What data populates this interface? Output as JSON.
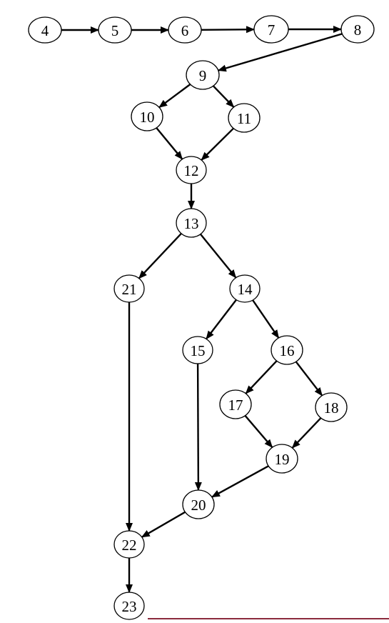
{
  "graph": {
    "nodes": [
      {
        "id": "4",
        "label": "4"
      },
      {
        "id": "5",
        "label": "5"
      },
      {
        "id": "6",
        "label": "6"
      },
      {
        "id": "7",
        "label": "7"
      },
      {
        "id": "8",
        "label": "8"
      },
      {
        "id": "9",
        "label": "9"
      },
      {
        "id": "10",
        "label": "10"
      },
      {
        "id": "11",
        "label": "11"
      },
      {
        "id": "12",
        "label": "12"
      },
      {
        "id": "13",
        "label": "13"
      },
      {
        "id": "14",
        "label": "14"
      },
      {
        "id": "15",
        "label": "15"
      },
      {
        "id": "16",
        "label": "16"
      },
      {
        "id": "17",
        "label": "17"
      },
      {
        "id": "18",
        "label": "18"
      },
      {
        "id": "19",
        "label": "19"
      },
      {
        "id": "20",
        "label": "20"
      },
      {
        "id": "21",
        "label": "21"
      },
      {
        "id": "22",
        "label": "22"
      },
      {
        "id": "23",
        "label": "23"
      }
    ],
    "edges": [
      {
        "from": "4",
        "to": "5"
      },
      {
        "from": "5",
        "to": "6"
      },
      {
        "from": "6",
        "to": "7"
      },
      {
        "from": "7",
        "to": "8"
      },
      {
        "from": "8",
        "to": "9"
      },
      {
        "from": "9",
        "to": "10"
      },
      {
        "from": "9",
        "to": "11"
      },
      {
        "from": "10",
        "to": "12"
      },
      {
        "from": "11",
        "to": "12"
      },
      {
        "from": "12",
        "to": "13"
      },
      {
        "from": "13",
        "to": "21"
      },
      {
        "from": "13",
        "to": "14"
      },
      {
        "from": "14",
        "to": "15"
      },
      {
        "from": "14",
        "to": "16"
      },
      {
        "from": "16",
        "to": "17"
      },
      {
        "from": "16",
        "to": "18"
      },
      {
        "from": "17",
        "to": "19"
      },
      {
        "from": "18",
        "to": "19"
      },
      {
        "from": "19",
        "to": "20"
      },
      {
        "from": "15",
        "to": "20"
      },
      {
        "from": "21",
        "to": "22"
      },
      {
        "from": "20",
        "to": "22"
      },
      {
        "from": "22",
        "to": "23"
      }
    ]
  },
  "colors": {
    "stroke": "#000000",
    "footer_rule": "#8b2a3d"
  }
}
